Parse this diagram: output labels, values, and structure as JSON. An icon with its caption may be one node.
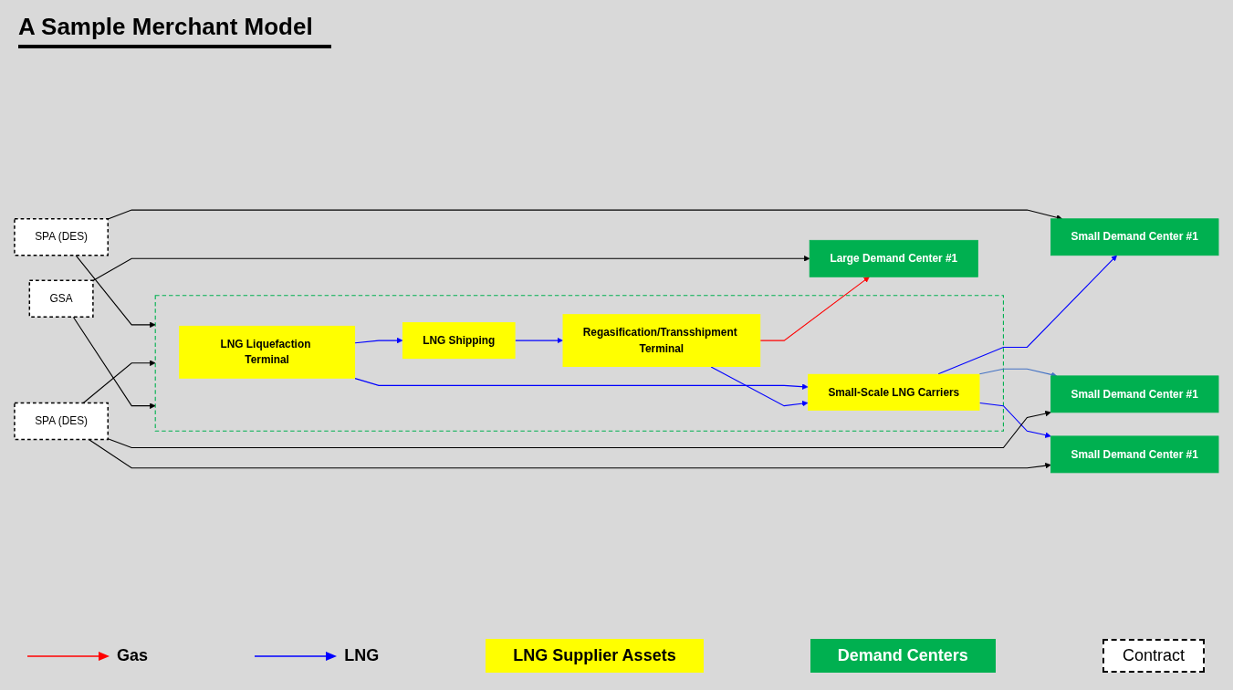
{
  "diagram": {
    "title": "A Sample Merchant Model",
    "nodes": [
      {
        "text": [],
        "shape": "box"
      },
      {
        "text": [
          "LNG Liquefaction Terminal"
        ],
        "in": 0
      },
      {
        "text": [
          "LNG Shipping"
        ],
        "in": 0
      },
      {
        "text": [
          "Regasification/Transshipment Terminal"
        ],
        "in": 0
      },
      {
        "text": [
          "Small-Scale LNG Carriers"
        ],
        "in": 0
      },
      {
        "text": [
          "SPA (DES)"
        ]
      },
      {
        "text": [
          "Small Demand Center #1"
        ]
      },
      {
        "text": [
          "Small Demand Center #1"
        ]
      },
      {
        "text": [
          "SPA (DES)"
        ]
      },
      {
        "text": [
          "Small Demand Center #1"
        ]
      },
      {
        "text": [
          "Large Demand Center #1"
        ]
      },
      {
        "text": [
          "GSA"
        ]
      }
    ],
    "edges": [
      {
        "from": 5,
        "to": 0,
        "arrow": "to"
      },
      {
        "from": 5,
        "to": 6,
        "arrow": "to"
      },
      {
        "from": 1,
        "to": 2,
        "arrow": "to",
        "color": "#0000ff"
      },
      {
        "from": 1,
        "to": 4,
        "arrow": "to",
        "color": "#0000ff"
      },
      {
        "from": 2,
        "to": 3,
        "arrow": "to",
        "color": "#0000ff"
      },
      {
        "from": 3,
        "to": 4,
        "arrow": "to",
        "color": "#0000ff"
      },
      {
        "from": 4,
        "to": 6,
        "arrow": "to",
        "color": "#0000ff"
      },
      {
        "from": 4,
        "to": 7,
        "arrow": "to",
        "color": "#4472c4"
      },
      {
        "from": 4,
        "to": 9,
        "arrow": "to",
        "color": "#0000ff"
      },
      {
        "from": 8,
        "to": 0,
        "arrow": "to"
      },
      {
        "from": 8,
        "to": 7,
        "arrow": "to"
      },
      {
        "from": 8,
        "to": 9,
        "arrow": "to"
      },
      {
        "from": 3,
        "to": 10,
        "arrow": "to",
        "color": "#ff0000"
      },
      {
        "from": 11,
        "to": 0,
        "arrow": "to"
      },
      {
        "from": 11,
        "to": 10,
        "arrow": "to"
      }
    ],
    "legend": [
      {
        "text": "Gas"
      },
      {
        "text": "LNG"
      },
      {
        "text": "LNG Supplier Assets",
        "color": "#ffff00"
      },
      {
        "text": "Demand Centers",
        "color": "#00b050"
      },
      {
        "text": "Contract"
      }
    ]
  }
}
